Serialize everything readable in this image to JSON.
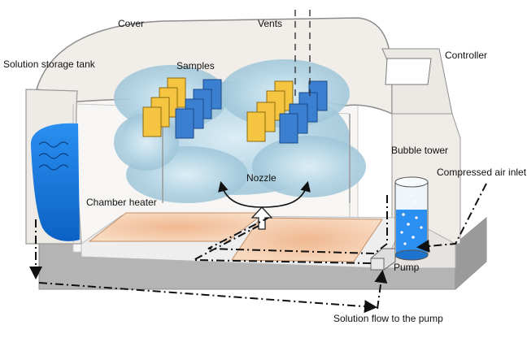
{
  "labels": {
    "cover": "Cover",
    "vents": "Vents",
    "controller": "Controller",
    "solution_storage_tank": "Solution storage tank",
    "samples": "Samples",
    "bubble_tower": "Bubble tower",
    "compressed_air_inlet": "Compressed air inlet",
    "nozzle": "Nozzle",
    "chamber_heater": "Chamber heater",
    "pump": "Pump",
    "solution_flow": "Solution flow to the pump"
  },
  "colors": {
    "cabinet": "#f2efec",
    "cabinet_edge": "#9a9a9a",
    "base": "#a9a9a9",
    "water": "#1a7fe0",
    "heater": "#f4cfae",
    "sample_yellow": "#f5c542",
    "sample_blue": "#3a7fd0",
    "mist": "#a9cde0",
    "flow_line": "#111111"
  }
}
